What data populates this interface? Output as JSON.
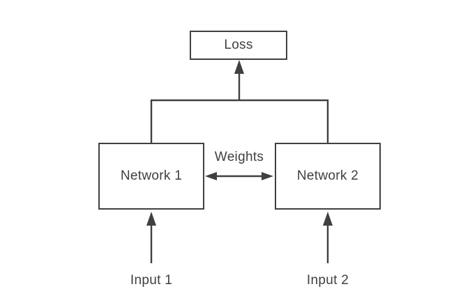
{
  "diagram": {
    "type": "siamese-network-architecture",
    "nodes": {
      "loss": {
        "label": "Loss"
      },
      "network1": {
        "label": "Network 1"
      },
      "network2": {
        "label": "Network 2"
      }
    },
    "labels": {
      "weights": {
        "label": "Weights"
      },
      "input1": {
        "label": "Input 1"
      },
      "input2": {
        "label": "Input 2"
      }
    },
    "edges": [
      {
        "from": "network1+network2",
        "to": "loss",
        "style": "arrow-up"
      },
      {
        "from": "network1",
        "to": "network2",
        "style": "double-arrow",
        "label": "Weights"
      },
      {
        "from": "input1",
        "to": "network1",
        "style": "arrow-up"
      },
      {
        "from": "input2",
        "to": "network2",
        "style": "arrow-up"
      }
    ],
    "colors": {
      "line": "#404040",
      "text": "#3f3f3f",
      "background": "#ffffff",
      "box_fill": "#ffffff"
    }
  }
}
